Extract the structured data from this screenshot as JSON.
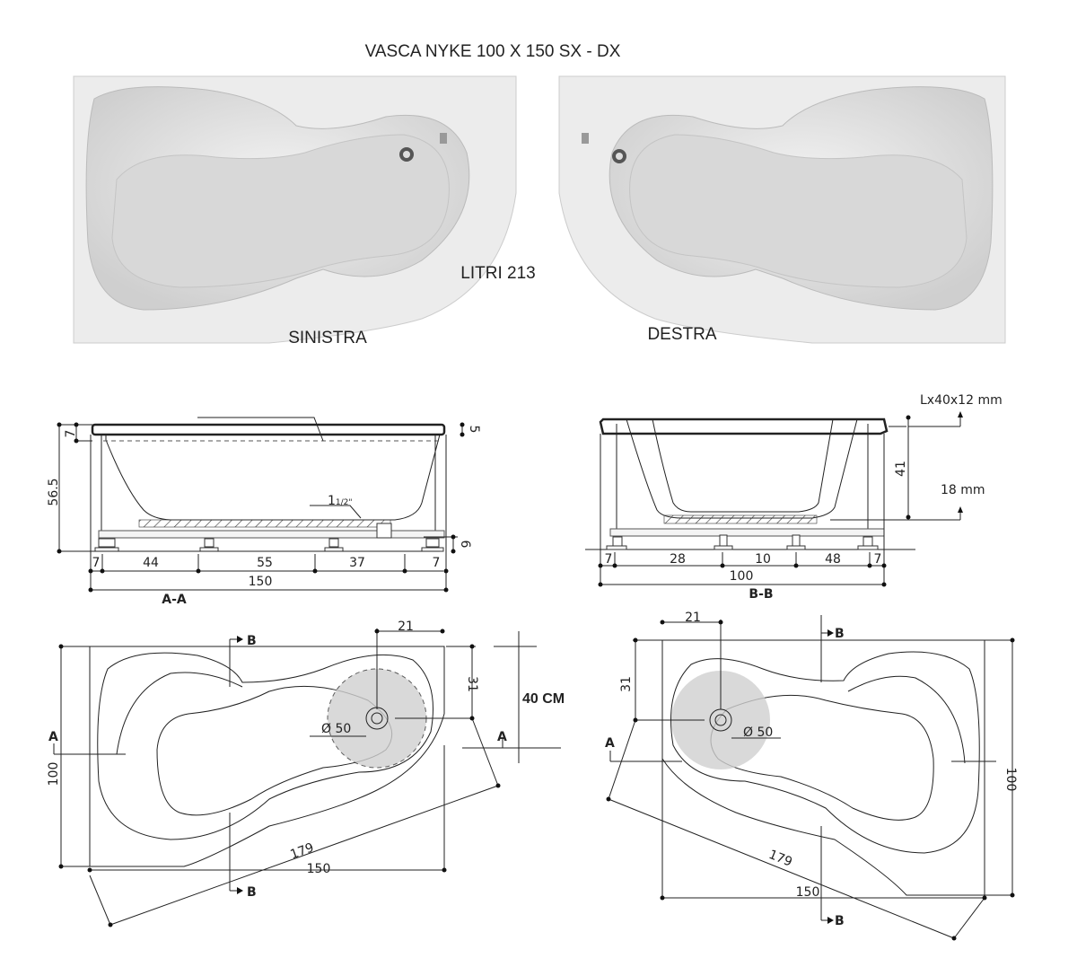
{
  "title": "VASCA NYKE 100 X 150  SX - DX",
  "photos": {
    "left_label": "SINISTRA",
    "right_label": "DESTRA",
    "capacity": "LITRI 213"
  },
  "section_aa": {
    "name": "A-A",
    "height": "56.5",
    "rim_left": "7",
    "rim_right": "5",
    "foot": "6",
    "drain": "1",
    "drain_frac": "1/2\"",
    "spacings": [
      "7",
      "44",
      "55",
      "37",
      "7"
    ],
    "total": "150"
  },
  "section_bb": {
    "name": "B-B",
    "profile": "Lx40x12 mm",
    "height": "41",
    "thickness": "18 mm",
    "spacings": [
      "7",
      "28",
      "10",
      "48",
      "7"
    ],
    "total": "100"
  },
  "plan_left": {
    "offset": "21",
    "depth": "31",
    "drain": "Ø 50",
    "width": "100",
    "diagonal": "179",
    "length": "150",
    "cut_a": "A",
    "cut_b": "B",
    "note": "40 CM"
  },
  "plan_right": {
    "offset": "21",
    "depth": "31",
    "drain": "Ø 50",
    "width": "100",
    "diagonal": "179",
    "length": "150",
    "cut_a": "A",
    "cut_b": "B"
  }
}
